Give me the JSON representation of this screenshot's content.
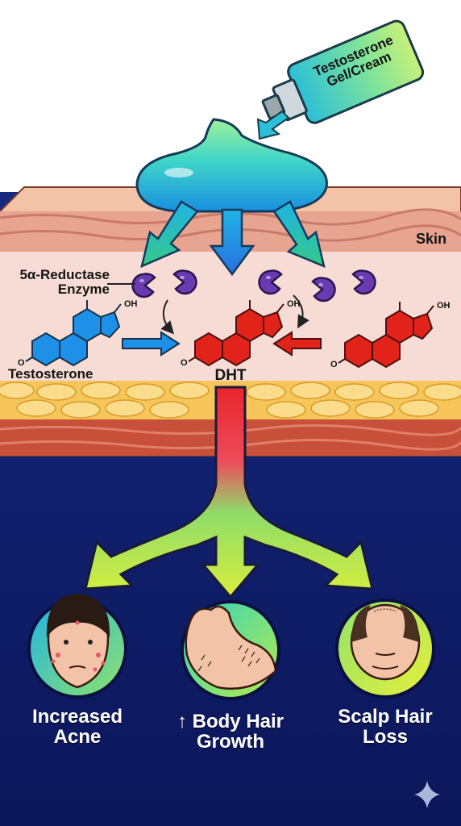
{
  "tube_label_line1": "Testosterone",
  "tube_label_line2": "Gel/Cream",
  "skin_label": "Skin",
  "enzyme_label_line1": "5α-Reductase",
  "enzyme_label_line2": "Enzyme",
  "testosterone_label": "Testosterone",
  "dht_label": "DHT",
  "hydroxyl_label": "OH",
  "carbonyl_label": "O",
  "outcomes": [
    {
      "line1": "Increased",
      "line2": "Acne"
    },
    {
      "line1": "↑ Body Hair",
      "line2": "Growth"
    },
    {
      "line1": "Scalp Hair",
      "line2": "Loss"
    }
  ],
  "colors": {
    "molecule_testosterone": "#1e90e8",
    "molecule_dht": "#e2231a",
    "enzyme": "#6a3bb0",
    "background": "#0f1f6b",
    "skin_epidermis": "#f0c9b0",
    "skin_dermis": "#f6dcd6",
    "fat_layer": "#f7c85a"
  }
}
